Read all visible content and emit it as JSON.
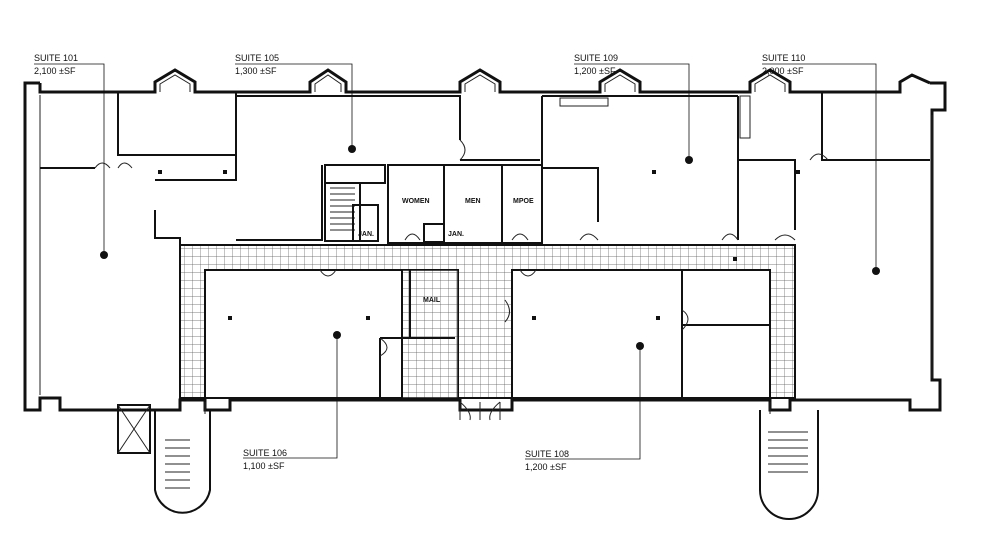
{
  "suites": [
    {
      "id": "suite-101",
      "name": "SUITE 101",
      "area": "2,100 ±SF"
    },
    {
      "id": "suite-105",
      "name": "SUITE 105",
      "area": "1,300 ±SF"
    },
    {
      "id": "suite-109",
      "name": "SUITE 109",
      "area": "1,200 ±SF"
    },
    {
      "id": "suite-110",
      "name": "SUITE 110",
      "area": "2,000 ±SF"
    },
    {
      "id": "suite-106",
      "name": "SUITE 106",
      "area": "1,100 ±SF"
    },
    {
      "id": "suite-108",
      "name": "SUITE 108",
      "area": "1,200 ±SF"
    }
  ],
  "rooms": {
    "women": "WOMEN",
    "men": "MEN",
    "mpoe": "MPOE",
    "jan1": "JAN.",
    "jan2": "JAN.",
    "mail": "MAIL"
  },
  "colors": {
    "wall": "#111111",
    "background": "#ffffff",
    "tile": "#555555"
  }
}
